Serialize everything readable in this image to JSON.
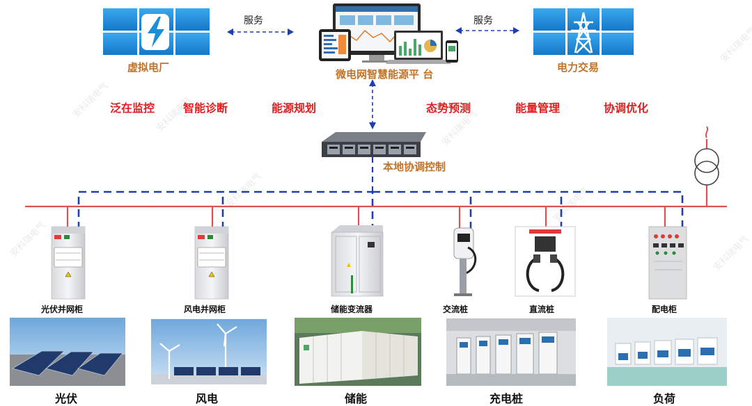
{
  "top": {
    "virtual_plant": "虚拟电厂",
    "platform": "微电网智慧能源平 台",
    "trading": "电力交易",
    "service_left": "服务",
    "service_right": "服务"
  },
  "functions": [
    "泛在监控",
    "智能诊断",
    "能源规划",
    "态势预测",
    "能量管理",
    "协调优化"
  ],
  "controller": "本地协调控制",
  "devices": [
    "光伏并网柜",
    "风电并网柜",
    "储能变流器",
    "交流桩",
    "直流桩",
    "配电柜"
  ],
  "sources": [
    "光伏",
    "风电",
    "储能",
    "充电桩",
    "负荷"
  ],
  "watermark": "安科瑞电气",
  "colors": {
    "label_brown": "#c0742a",
    "function_red": "#e02020",
    "bus_red": "#d9534f",
    "comm_blue": "#1f3fb0",
    "tile_blue": "#1a8fd8"
  }
}
